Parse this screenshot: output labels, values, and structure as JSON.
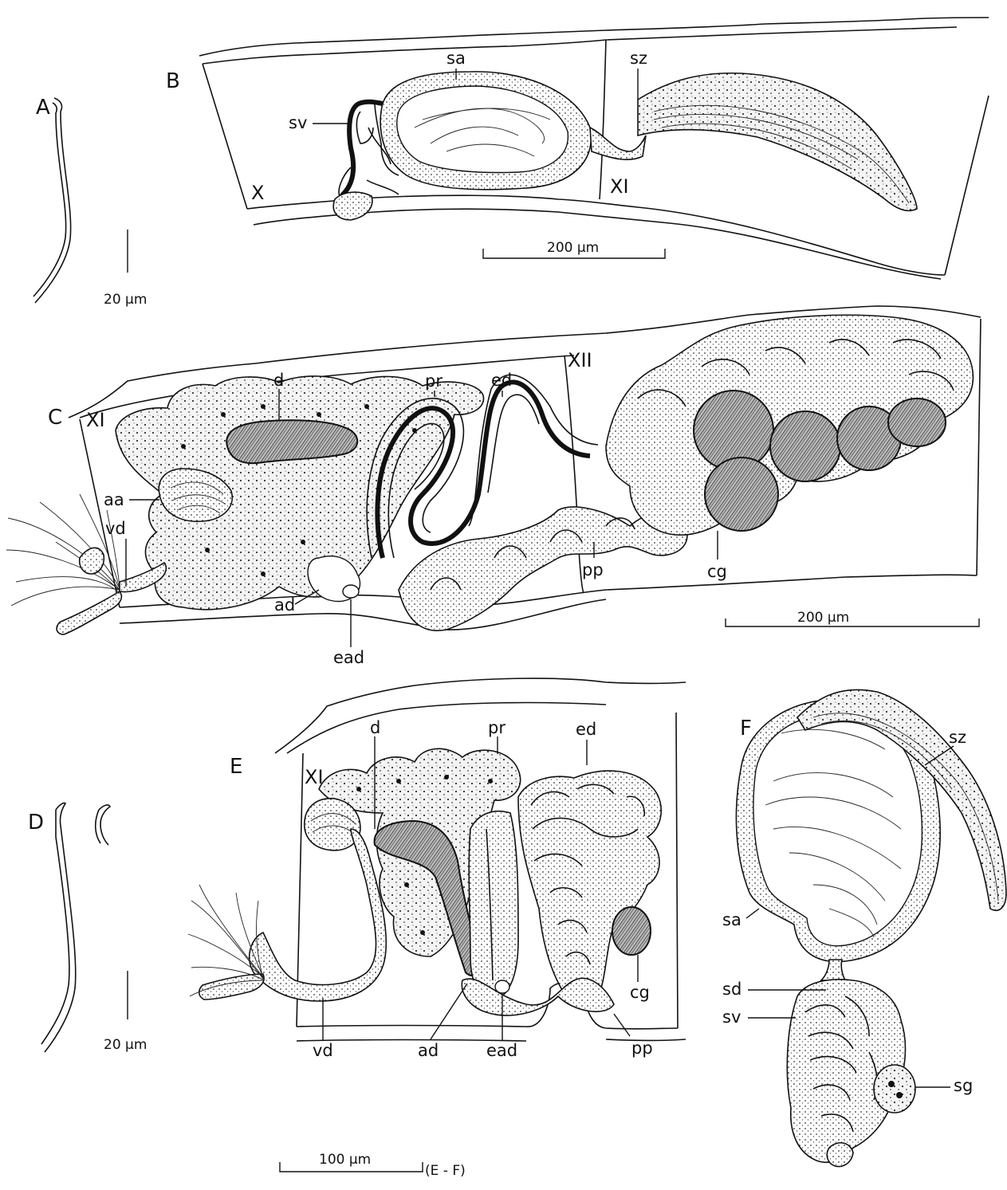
{
  "panels": {
    "A": {
      "letter": "A",
      "scale": "20 µm"
    },
    "B": {
      "letter": "B",
      "segments": [
        "X",
        "XI"
      ],
      "labels": {
        "sa": "sa",
        "sz": "sz",
        "sv": "sv"
      },
      "scale": "200 µm"
    },
    "C": {
      "letter": "C",
      "segments": [
        "XI",
        "XII"
      ],
      "labels": {
        "d": "d",
        "pr": "pr",
        "ed": "ed",
        "aa": "aa",
        "vd": "vd",
        "ad": "ad",
        "ead": "ead",
        "pp": "pp",
        "cg": "cg"
      },
      "scale": "200 µm"
    },
    "D": {
      "letter": "D",
      "scale": "20 µm"
    },
    "E": {
      "letter": "E",
      "segments": [
        "XI"
      ],
      "labels": {
        "d": "d",
        "pr": "pr",
        "ed": "ed",
        "cg": "cg",
        "vd": "vd",
        "ad": "ad",
        "ead": "ead",
        "pp": "pp"
      },
      "scale": "100 µm",
      "scale_note": "(E - F)"
    },
    "F": {
      "letter": "F",
      "labels": {
        "sz": "sz",
        "sa": "sa",
        "sd": "sd",
        "sv": "sv",
        "sg": "sg"
      }
    }
  }
}
